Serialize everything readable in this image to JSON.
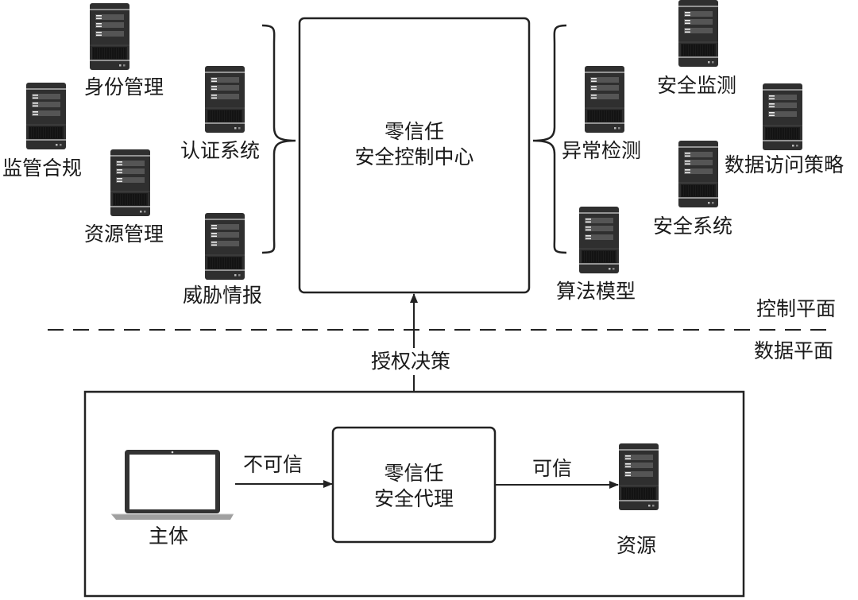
{
  "control_center": {
    "line1": "零信任",
    "line2": "安全控制中心"
  },
  "left_group": {
    "items": [
      {
        "id": "identity-management",
        "label": "身份管理"
      },
      {
        "id": "compliance",
        "label": "监管合规"
      },
      {
        "id": "authentication-system",
        "label": "认证系统"
      },
      {
        "id": "resource-management",
        "label": "资源管理"
      },
      {
        "id": "threat-intelligence",
        "label": "威胁情报"
      }
    ]
  },
  "right_group": {
    "items": [
      {
        "id": "security-monitoring",
        "label": "安全监测"
      },
      {
        "id": "anomaly-detection",
        "label": "异常检测"
      },
      {
        "id": "data-access-policy",
        "label": "数据访问策略"
      },
      {
        "id": "security-system",
        "label": "安全系统"
      },
      {
        "id": "algorithm-model",
        "label": "算法模型"
      }
    ]
  },
  "planes": {
    "control": "控制平面",
    "data": "数据平面"
  },
  "authorization": {
    "label": "授权决策"
  },
  "data_plane": {
    "subject": {
      "label": "主体",
      "icon": "laptop-icon"
    },
    "untrusted_label": "不可信",
    "proxy": {
      "line1": "零信任",
      "line2": "安全代理"
    },
    "trusted_label": "可信",
    "resource": {
      "label": "资源",
      "icon": "server-icon"
    }
  },
  "colors": {
    "server_body": "#2f2f2f",
    "server_panel": "#555555",
    "line": "#222222",
    "laptop_base": "#9a9a9a"
  }
}
